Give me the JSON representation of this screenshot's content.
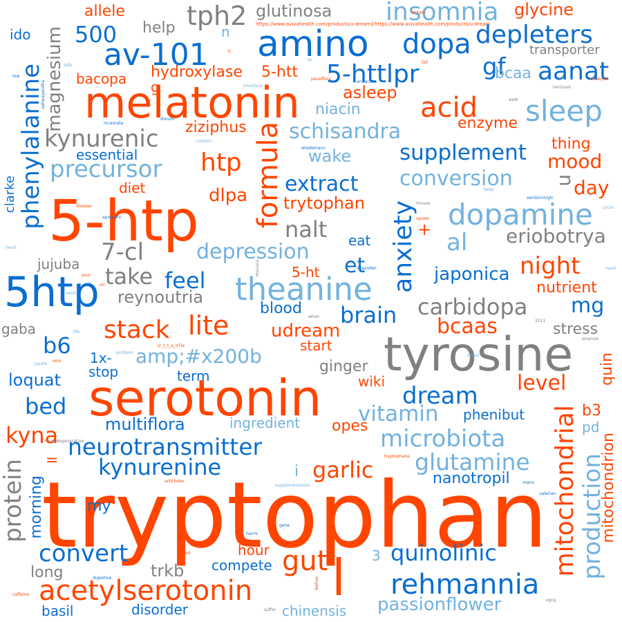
{
  "colors": {
    "orange": "#FF4500",
    "blue": "#0A6ECF",
    "light_blue": "#72B2DE",
    "gray": "#808080"
  },
  "words": {
    "tryptophan": "tryptophan",
    "serotonin": "serotonin",
    "five_htp": "5-htp",
    "tyrosine": "tyrosine",
    "melatonin": "melatonin",
    "amino": "amino",
    "fivehtp": "5htp",
    "theanine": "theanine",
    "av101": "av-101",
    "dopamine": "dopamine",
    "l": "l",
    "phenylalanine": "phenylalanine",
    "mitochondrial": "mitochondrial",
    "formula": "formula",
    "acetylserotonin": "acetylserotonin",
    "rehmannia": "rehmannia",
    "anxiety": "anxiety",
    "production": "production",
    "sleep": "sleep",
    "depleters": "depleters",
    "aanat": "aanat",
    "tph2": "tph2",
    "dopa": "dopa",
    "insomnia": "insomnia",
    "five_httlpr": "5-httlpr",
    "acid": "acid",
    "schisandra": "schisandra",
    "kynurenic": "kynurenic",
    "supplement": "supplement",
    "precursor": "precursor",
    "htp": "htp",
    "neurotransmitter": "neurotransmitter",
    "kynurenine": "kynurenine",
    "microbiota": "microbiota",
    "glutamine": "glutamine",
    "depression": "depression",
    "convert": "convert",
    "quinolinic": "quinolinic",
    "gut": "gut",
    "brain": "brain",
    "stack": "stack",
    "lite": "lite",
    "carbidopa": "carbidopa",
    "dream": "dream",
    "vitamin": "vitamin",
    "conversion": "conversion",
    "night": "night",
    "garlic": "garlic",
    "protein": "protein",
    "magnesium": "magnesium",
    "five_hundred": "500",
    "extract": "extract",
    "nalt": "nalt",
    "seven_cl": "7-cl",
    "feel": "feel",
    "take": "take",
    "al": "al",
    "eriobotrya": "eriobotrya",
    "amp": "amp;#x200b",
    "bcaas": "bcaas",
    "mg": "mg",
    "level": "level",
    "mood": "mood",
    "day": "day",
    "kyna": "kyna",
    "b6": "b6",
    "bed": "bed",
    "gf": "gf",
    "et": "et",
    "passionflower": "passionflower",
    "mitochondrion": "mitochondrion",
    "trytophan": "trytophan",
    "dlpa": "dlpa",
    "reynoutria": "reynoutria",
    "japonica": "japonica",
    "udream": "udream",
    "hydroxylase": "hydroxylase",
    "five_htt": "5-htt",
    "ziziphus": "ziziphus",
    "bacopa": "bacopa",
    "glycine": "glycine",
    "allele": "allele",
    "glutinosa": "glutinosa",
    "help": "help",
    "n": "n",
    "transporter": "transporter",
    "bcaa": "bcaa",
    "asleep": "asleep",
    "niacin": "niacin",
    "enzyme": "enzyme",
    "essential": "essential",
    "wake": "wake",
    "thing": "thing",
    "diet": "diet",
    "u": "u",
    "jujuba": "jujuba",
    "nutrient": "nutrient",
    "blood": "blood",
    "five_ht": "5-ht",
    "eat": "eat",
    "stress": "stress",
    "start": "start",
    "ginger": "ginger",
    "quin": "quin",
    "wiki": "wiki",
    "loquat": "loquat",
    "one_x": "1x-",
    "stop": "stop",
    "term": "term",
    "multiflora": "multiflora",
    "ingredient": "ingredient",
    "opes": "opes",
    "phenibut": "phenibut",
    "pd": "pd",
    "b3": "b3",
    "nanotropil": "nanotropil",
    "morning": "morning",
    "my": "my",
    "i": "i",
    "hour": "hour",
    "compete": "compete",
    "trkb": "trkb",
    "long": "long",
    "three": "3",
    "basil": "basil",
    "disorder": "disorder",
    "chinensis": "chinensis",
    "clarke": "clarke",
    "ido": "ido",
    "gaba": "gaba",
    "g": "g",
    "plus": "+",
    "equals": "=",
    "url": "https://www.avivahealth.com/products/u-dream](https://www.avivahealth.com/products/u-dream",
    "trikatu": "trikatu",
    "up": "up",
    "fall": "fall",
    "passiflora": "passiflora",
    "lifeboat": "ti",
    "safe": "safe",
    "low": "low",
    "intestinal": "intestinal",
    "aadc": "aadc",
    "hericium": "hericium",
    "catalyze": "catalyze",
    "withania": "ashwagandha",
    "incarnata": "incarnata",
    "should": "should",
    "erinaceus": "erinaceus",
    "contain": "contain",
    "wiedemann": "wiedemann",
    "mouse": "mouse",
    "body": "body",
    "serotonin_glc": "serotonin/glc",
    "cycle": "cycle",
    "disease": "disease",
    "apoptotic": "apoptotic",
    "opiate": "opiate",
    "heart": "heart",
    "need": "need",
    "your": "your",
    "oil": "oil",
    "ibuprofen": "ibuprofen",
    "work": "work",
    "life": "life",
    "when": "when",
    "mucuna": "mucuna",
    "number": "2011",
    "sinensis": "sinensis",
    "social": "social",
    "problem": "problem",
    "sr_tag": "sr_t_t_a_it7ie",
    "jujube": "jujube",
    "ems": "ems",
    "neurodegenerative": "neurodegenerative",
    "tryptophane": "tryptophane",
    "artichoke": "artichoke",
    "supplementation": "supplementation",
    "mano": "mano",
    "valerian": "valerian",
    "harris": "harris",
    "gene": "gene",
    "food": "food",
    "digestive": "digestive",
    "before": "before",
    "caffeine": "caffeine",
    "suffer": "suffer",
    "egcg": "egcg"
  }
}
